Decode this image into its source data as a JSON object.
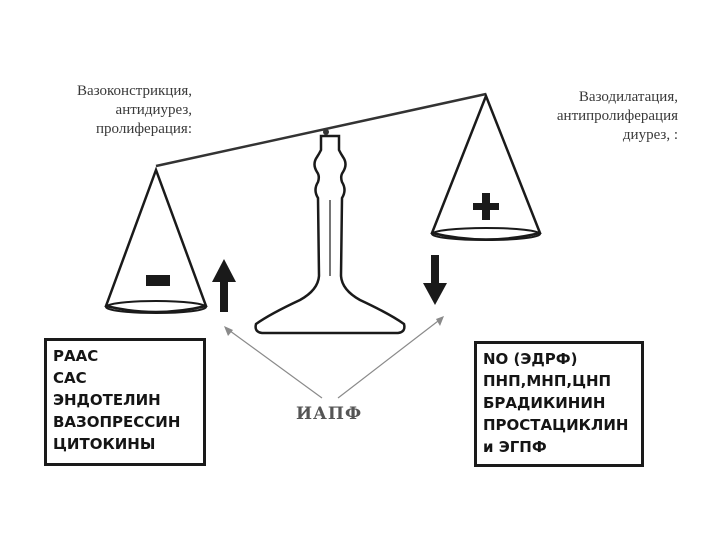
{
  "left_caption": {
    "lines": [
      "Вазоконстрикция,",
      "антидиурез,",
      "пролиферация:"
    ]
  },
  "right_caption": {
    "lines": [
      "Вазодилатация,",
      "антипролиферация",
      "диурез, :"
    ]
  },
  "left_pan": {
    "sign": "minus",
    "arrow": "up"
  },
  "right_pan": {
    "sign": "plus",
    "arrow": "down"
  },
  "left_box": {
    "items": [
      "РААС",
      "САС",
      "ЭНДОТЕЛИН",
      "ВАЗОПРЕССИН",
      "ЦИТОКИНЫ"
    ]
  },
  "right_box": {
    "items": [
      "NO (ЭДРФ)",
      "ПНП,МНП,ЦНП",
      "БРАДИКИНИН",
      "ПРОСТАЦИКЛИН",
      "и ЭГПФ"
    ]
  },
  "center": {
    "label": "ИАПФ"
  },
  "colors": {
    "ink": "#1a1a1a",
    "pan_fill": "#ffffff",
    "thin_line": "#8a8a8a"
  }
}
